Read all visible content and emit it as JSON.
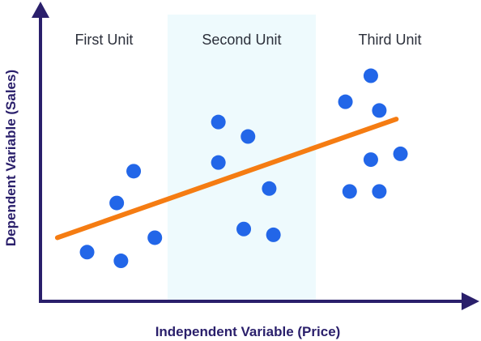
{
  "chart_data": {
    "type": "scatter",
    "title": "",
    "xlabel": "Independent Variable (Price)",
    "ylabel": "Dependent Variable (Sales)",
    "xlim": [
      0,
      100
    ],
    "ylim": [
      0,
      100
    ],
    "grid": false,
    "legend": "none",
    "regions": [
      {
        "label": "First Unit",
        "x_range": [
          0,
          30
        ],
        "highlight": false
      },
      {
        "label": "Second Unit",
        "x_range": [
          30,
          65
        ],
        "highlight": true
      },
      {
        "label": "Third Unit",
        "x_range": [
          65,
          100
        ],
        "highlight": false
      }
    ],
    "series": [
      {
        "points": [
          {
            "x": 11,
            "y": 17
          },
          {
            "x": 18,
            "y": 34
          },
          {
            "x": 19,
            "y": 14
          },
          {
            "x": 22,
            "y": 45
          },
          {
            "x": 27,
            "y": 22
          },
          {
            "x": 42,
            "y": 62
          },
          {
            "x": 42,
            "y": 48
          },
          {
            "x": 48,
            "y": 25
          },
          {
            "x": 49,
            "y": 57
          },
          {
            "x": 54,
            "y": 39
          },
          {
            "x": 55,
            "y": 23
          },
          {
            "x": 72,
            "y": 69
          },
          {
            "x": 73,
            "y": 38
          },
          {
            "x": 78,
            "y": 78
          },
          {
            "x": 78,
            "y": 49
          },
          {
            "x": 80,
            "y": 66
          },
          {
            "x": 80,
            "y": 38
          },
          {
            "x": 85,
            "y": 51
          }
        ]
      }
    ],
    "trendline": {
      "x": [
        4,
        84
      ],
      "y": [
        22,
        63
      ]
    }
  },
  "colors": {
    "axis": "#2a1f6b",
    "points": "#2266e8",
    "trendline": "#f57c12",
    "highlight_band": "#eefafd",
    "unit_label": "#2b2f3a"
  }
}
